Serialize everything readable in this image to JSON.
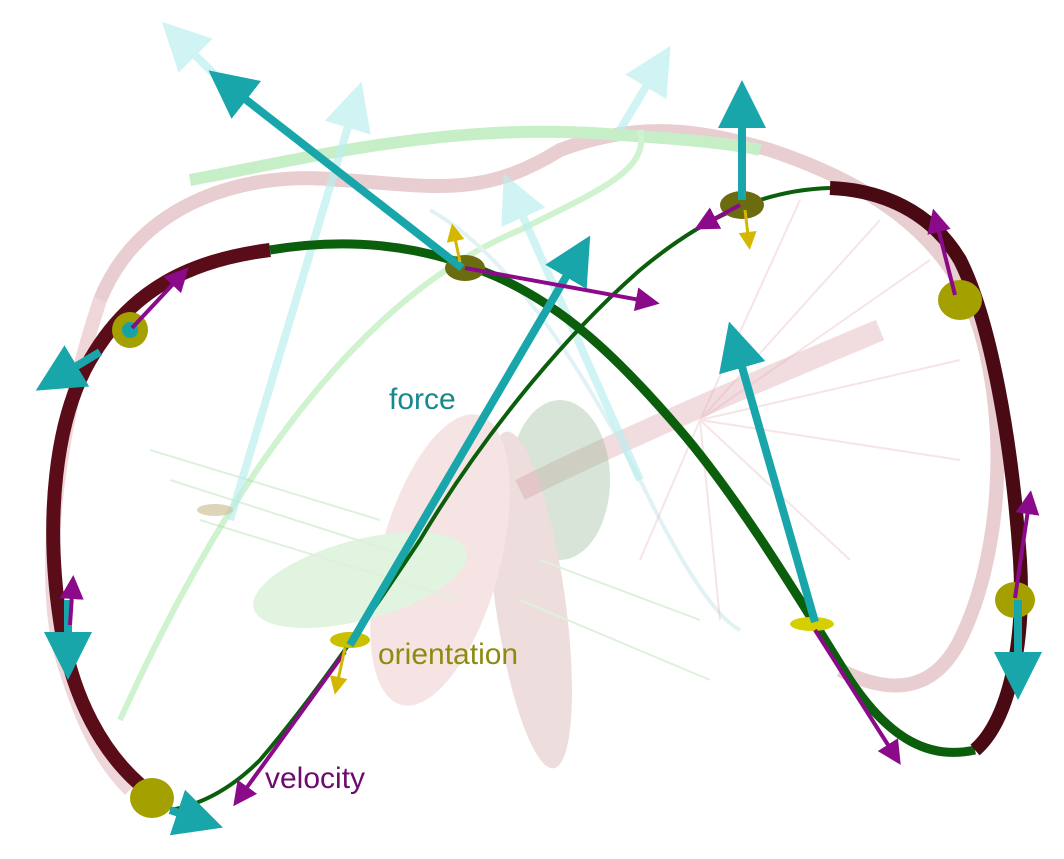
{
  "labels": {
    "force": "force",
    "orientation": "orientation",
    "velocity": "velocity"
  },
  "colors": {
    "force": "#17a2a8",
    "orientation": "#b5b000",
    "velocity": "#8a0a8a",
    "path_dark_red": "#4a0a14",
    "path_green": "#0b5e0b",
    "ghost_green": "#9be39b",
    "ghost_red": "#d9a8ae"
  }
}
